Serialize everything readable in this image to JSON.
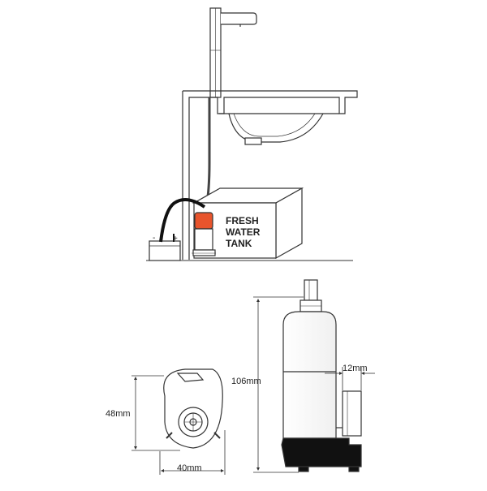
{
  "installation": {
    "tank_label_lines": [
      "FRESH",
      "WATER",
      "TANK"
    ],
    "battery_minus": "-",
    "battery_plus": "+"
  },
  "dimensions": {
    "height_front": "48mm",
    "width_front": "40mm",
    "height_side": "106mm",
    "outlet_side": "12mm"
  },
  "colors": {
    "pump_head": "#e8542c",
    "line": "#333333"
  }
}
